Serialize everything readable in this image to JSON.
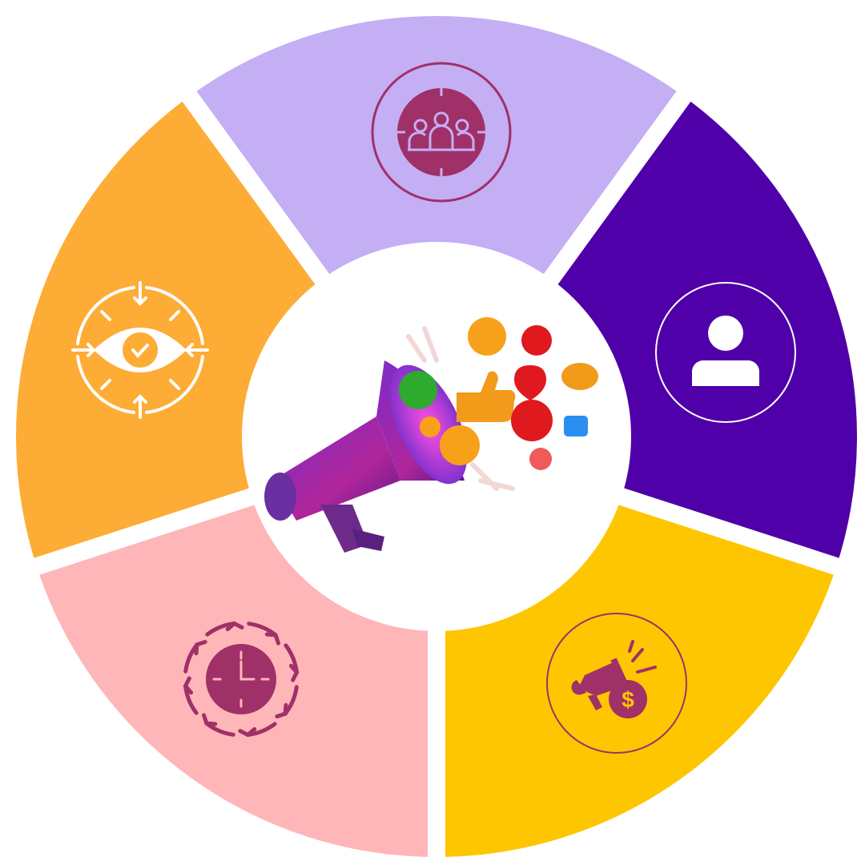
{
  "diagram": {
    "type": "segmented-ring",
    "center_image": "megaphone-social-media-icon",
    "segments": [
      {
        "id": "audience",
        "icon": "group-people-icon",
        "color": "#c4aef4",
        "icon_color": "#a03068"
      },
      {
        "id": "customer",
        "icon": "user-icon",
        "color": "#4f00a8",
        "icon_color": "#ffffff"
      },
      {
        "id": "paid-promotion",
        "icon": "megaphone-dollar-icon",
        "color": "#fec600",
        "icon_color": "#a03068"
      },
      {
        "id": "timing",
        "icon": "clock-cycle-icon",
        "color": "#ffb6b8",
        "icon_color": "#a03068"
      },
      {
        "id": "visibility",
        "icon": "eye-check-icon",
        "color": "#fdac35",
        "icon_color": "#ffffff"
      }
    ]
  }
}
